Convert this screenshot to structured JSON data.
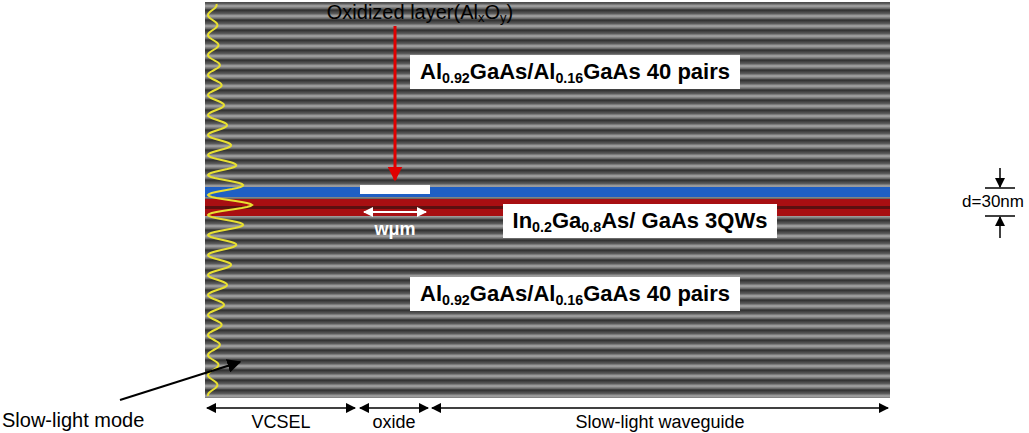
{
  "diagram": {
    "nodes": [
      {
        "text": [
          "Al0.92GaAs/Al0.16GaAs 40 pairs"
        ]
      },
      {
        "text": [
          "In0.2Ga0.8As/ GaAs 3QWs"
        ]
      },
      {
        "text": [
          "Al0.92GaAs/Al0.16GaAs 40 pairs"
        ]
      }
    ],
    "labels": [
      "Oxidized layer(AlxOy)",
      "wμm",
      "d=30nm",
      "Slow-light mode",
      "VCSEL",
      "oxide",
      "Slow-light waveguide"
    ]
  }
}
